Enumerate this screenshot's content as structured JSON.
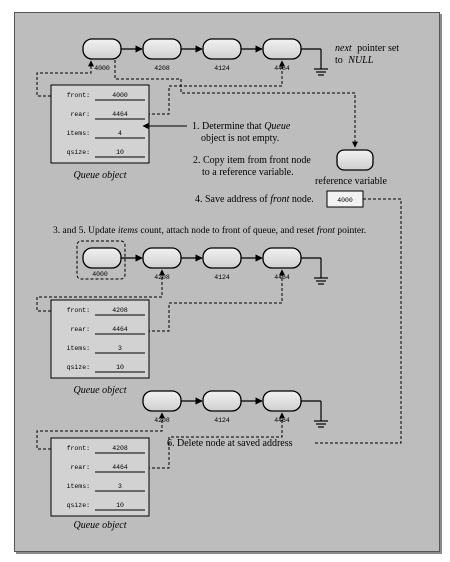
{
  "top_list": {
    "addresses": [
      "4000",
      "4208",
      "4124",
      "4464"
    ],
    "next_pointer_note": [
      "next",
      "pointer set",
      "to",
      "NULL"
    ]
  },
  "queue_before": {
    "front": "4000",
    "rear": "4464",
    "items": "4",
    "qsize": "10",
    "caption": "Queue object"
  },
  "field_labels": {
    "front": "front:",
    "rear": "rear:",
    "items": "items:",
    "qsize": "qsize:"
  },
  "steps": {
    "step1_line1_pre": "1. Determine that ",
    "step1_line1_em": "Queue",
    "step1_line2": "object is not empty.",
    "step2_line1": "2. Copy item from front node",
    "step2_line2": "to a reference variable.",
    "step4_pre": "4. Save address of ",
    "step4_em": "front",
    "step4_post": " node.",
    "step35_pre": "3. and 5. Update ",
    "step35_em1": "items",
    "step35_mid": " count, attach node to front of queue, and reset ",
    "step35_em2": "front",
    "step35_post": " pointer.",
    "step6": "6. Delete node at saved address"
  },
  "reference_variable_label": "reference variable",
  "saved_address": "4000",
  "middle_list": {
    "addresses": [
      "4000",
      "4208",
      "4124",
      "4464"
    ]
  },
  "queue_middle": {
    "front": "4208",
    "rear": "4464",
    "items": "3",
    "qsize": "10",
    "caption": "Queue object"
  },
  "bottom_list": {
    "addresses": [
      "4208",
      "4124",
      "4464"
    ]
  },
  "queue_after": {
    "front": "4208",
    "rear": "4464",
    "items": "3",
    "qsize": "10",
    "caption": "Queue object"
  },
  "colors": {
    "panel": "#bdbdbd",
    "node_fill": "#e4e4e4",
    "box_fill": "#d2d2d2",
    "ink": "#000000"
  }
}
